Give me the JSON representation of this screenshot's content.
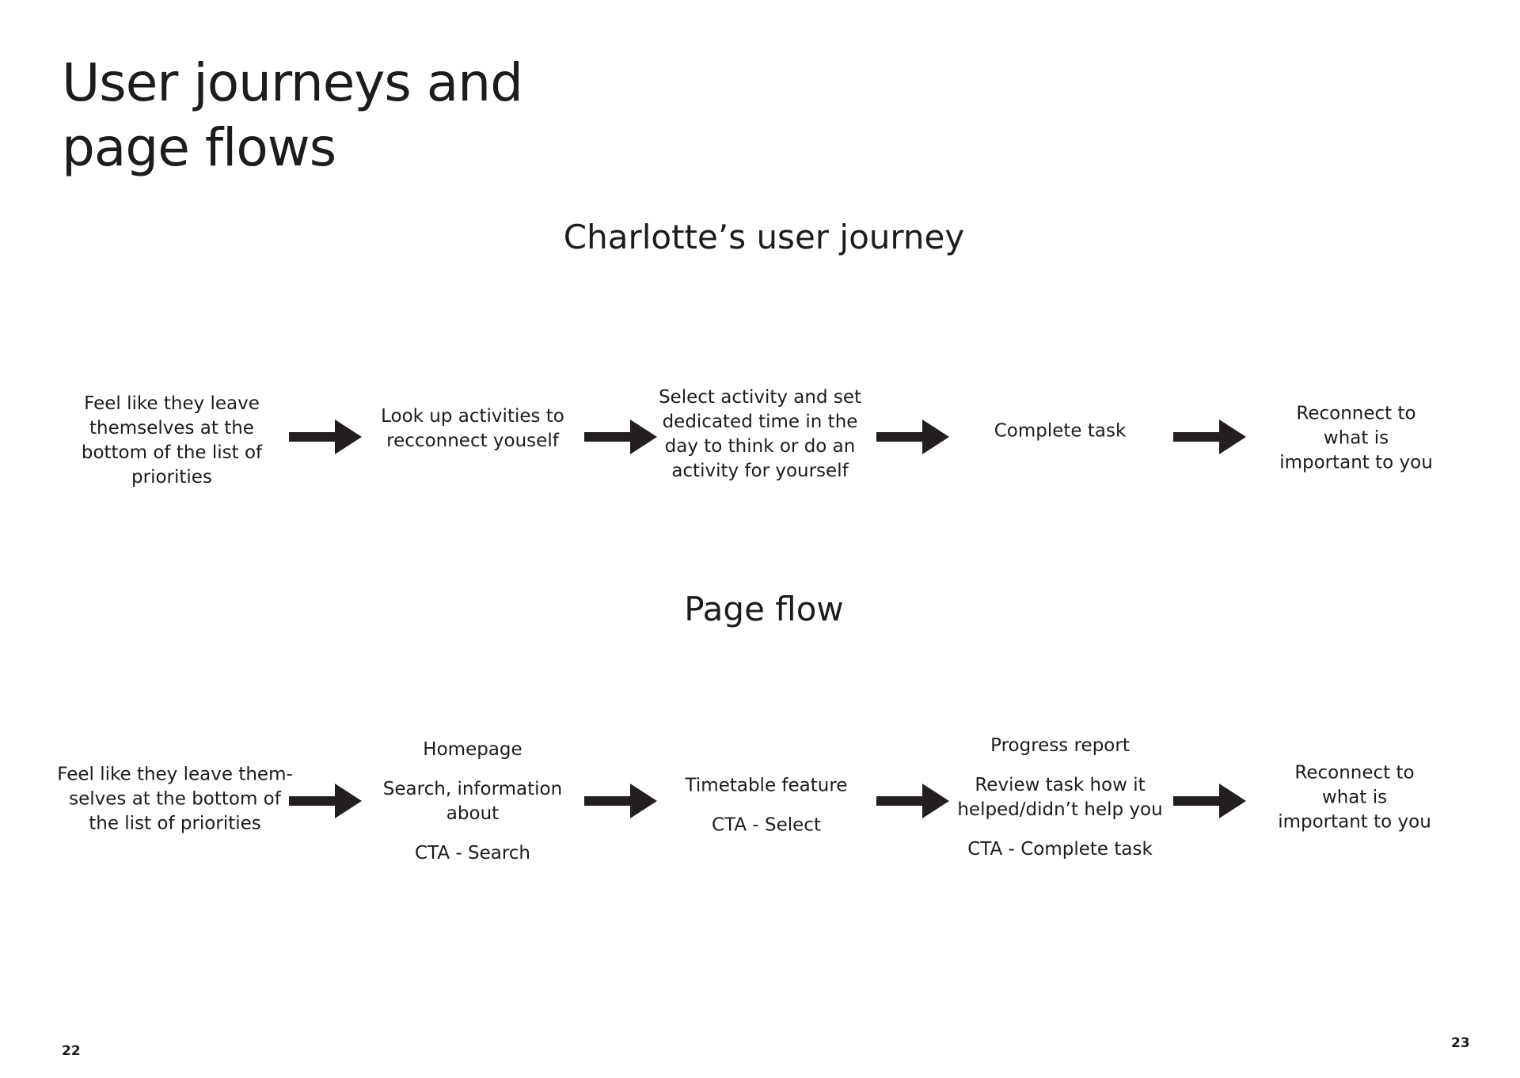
{
  "page": {
    "title": "User journeys and page flows",
    "page_left": "22",
    "page_right": "23"
  },
  "journey": {
    "title": "Charlotte’s user journey",
    "steps": [
      {
        "lines": [
          "Feel like they leave",
          "themselves at the",
          "bottom of the list of",
          "priorities"
        ]
      },
      {
        "lines": [
          "Look up activities to",
          "recconnect youself"
        ]
      },
      {
        "lines": [
          "Select activity and set",
          "dedicated time in the",
          "day to think or do an",
          "activity for  yourself"
        ]
      },
      {
        "lines": [
          "Complete task"
        ]
      },
      {
        "lines": [
          "Reconnect to what is",
          "important to you"
        ]
      }
    ]
  },
  "flow": {
    "title": "Page flow",
    "steps": [
      {
        "lines": [
          "Feel like they leave them-",
          "selves at the bottom of",
          "the list of priorities"
        ]
      },
      {
        "heading": "Homepage",
        "body": [
          "Search, information",
          "about"
        ],
        "cta": "CTA - Search"
      },
      {
        "heading": "Timetable feature",
        "cta": "CTA - Select"
      },
      {
        "heading": "Progress report",
        "body": [
          "Review task how it",
          "helped/didn’t help you"
        ],
        "cta": "CTA - Complete task"
      },
      {
        "lines": [
          "Reconnect to what is",
          "important to you"
        ]
      }
    ]
  },
  "colors": {
    "text": "#1d1b1c",
    "arrow": "#231f20",
    "background": "#ffffff"
  },
  "icons": {
    "arrow": "right-arrow-icon"
  }
}
